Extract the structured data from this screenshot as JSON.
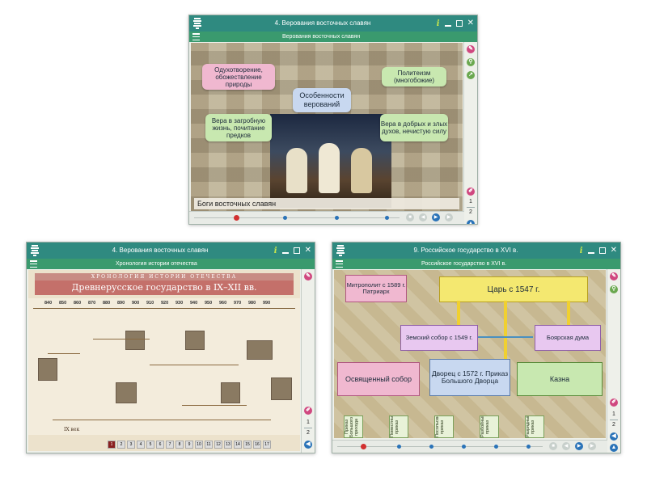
{
  "window1": {
    "title": "4. Верования восточных славян",
    "subtitle": "Верования восточных славян",
    "center_node": "Особенности верований",
    "nodes": {
      "top_left": "Одухотворение, обожествление природы",
      "top_right": "Политеизм (многобожие)",
      "bottom_left": "Вера в загробную жизнь, почитание предков",
      "bottom_right": "Вера в добрых и злых духов, нечистую силу"
    },
    "caption": "Боги восточных славян",
    "pages": [
      "1",
      "2"
    ]
  },
  "window2": {
    "title": "4. Верования восточных славян",
    "subtitle": "Хронология истории отечества",
    "header": "ХРОНОЛОГИЯ ИСТОРИИ ОТЕЧЕСТВА",
    "heading": "Древнерусское государство в IX–XII вв.",
    "years": [
      "840",
      "850",
      "860",
      "870",
      "880",
      "890",
      "900",
      "910",
      "920",
      "930",
      "940",
      "950",
      "960",
      "970",
      "980",
      "990"
    ],
    "bottom_label": "IX век",
    "pages": [
      "1",
      "2"
    ],
    "page_buttons": [
      "1",
      "2",
      "3",
      "4",
      "5",
      "6",
      "7",
      "8",
      "9",
      "10",
      "11",
      "12",
      "13",
      "14",
      "15",
      "16",
      "17"
    ]
  },
  "window3": {
    "title": "9. Российское государство в XVI в.",
    "subtitle": "Российское государство в XVI в.",
    "boxes": {
      "metropolitan": "Митрополит с 1589 г. Патриарх",
      "tsar": "Царь с 1547 г.",
      "zemsky": "Земский собор с 1549 г.",
      "boyar": "Боярская дума",
      "sobor": "Освященный собор",
      "palace": "Дворец с 1572 г. Приказ Большого Дворца",
      "treasury": "Казна"
    },
    "prikazes": [
      "Приказ Большого прихода",
      "Поместный приказ",
      "Посольский приказ",
      "Разбойный приказ",
      "Разрядный приказ"
    ],
    "pages": [
      "1",
      "2"
    ]
  },
  "colors": {
    "titlebar": "#2f8a80",
    "subbar": "#3a9a6e",
    "pink_node": "#f0b8d0",
    "green_node": "#c8e8b0",
    "blue_node": "#c8d8f0",
    "yellow_box": "#f4e870",
    "current_dot": "#d23030"
  },
  "icons": {
    "logo": "app-logo-icon",
    "info": "info-icon",
    "minimize": "minimize-icon",
    "maximize": "maximize-icon",
    "close": "close-icon",
    "menu": "menu-icon"
  }
}
